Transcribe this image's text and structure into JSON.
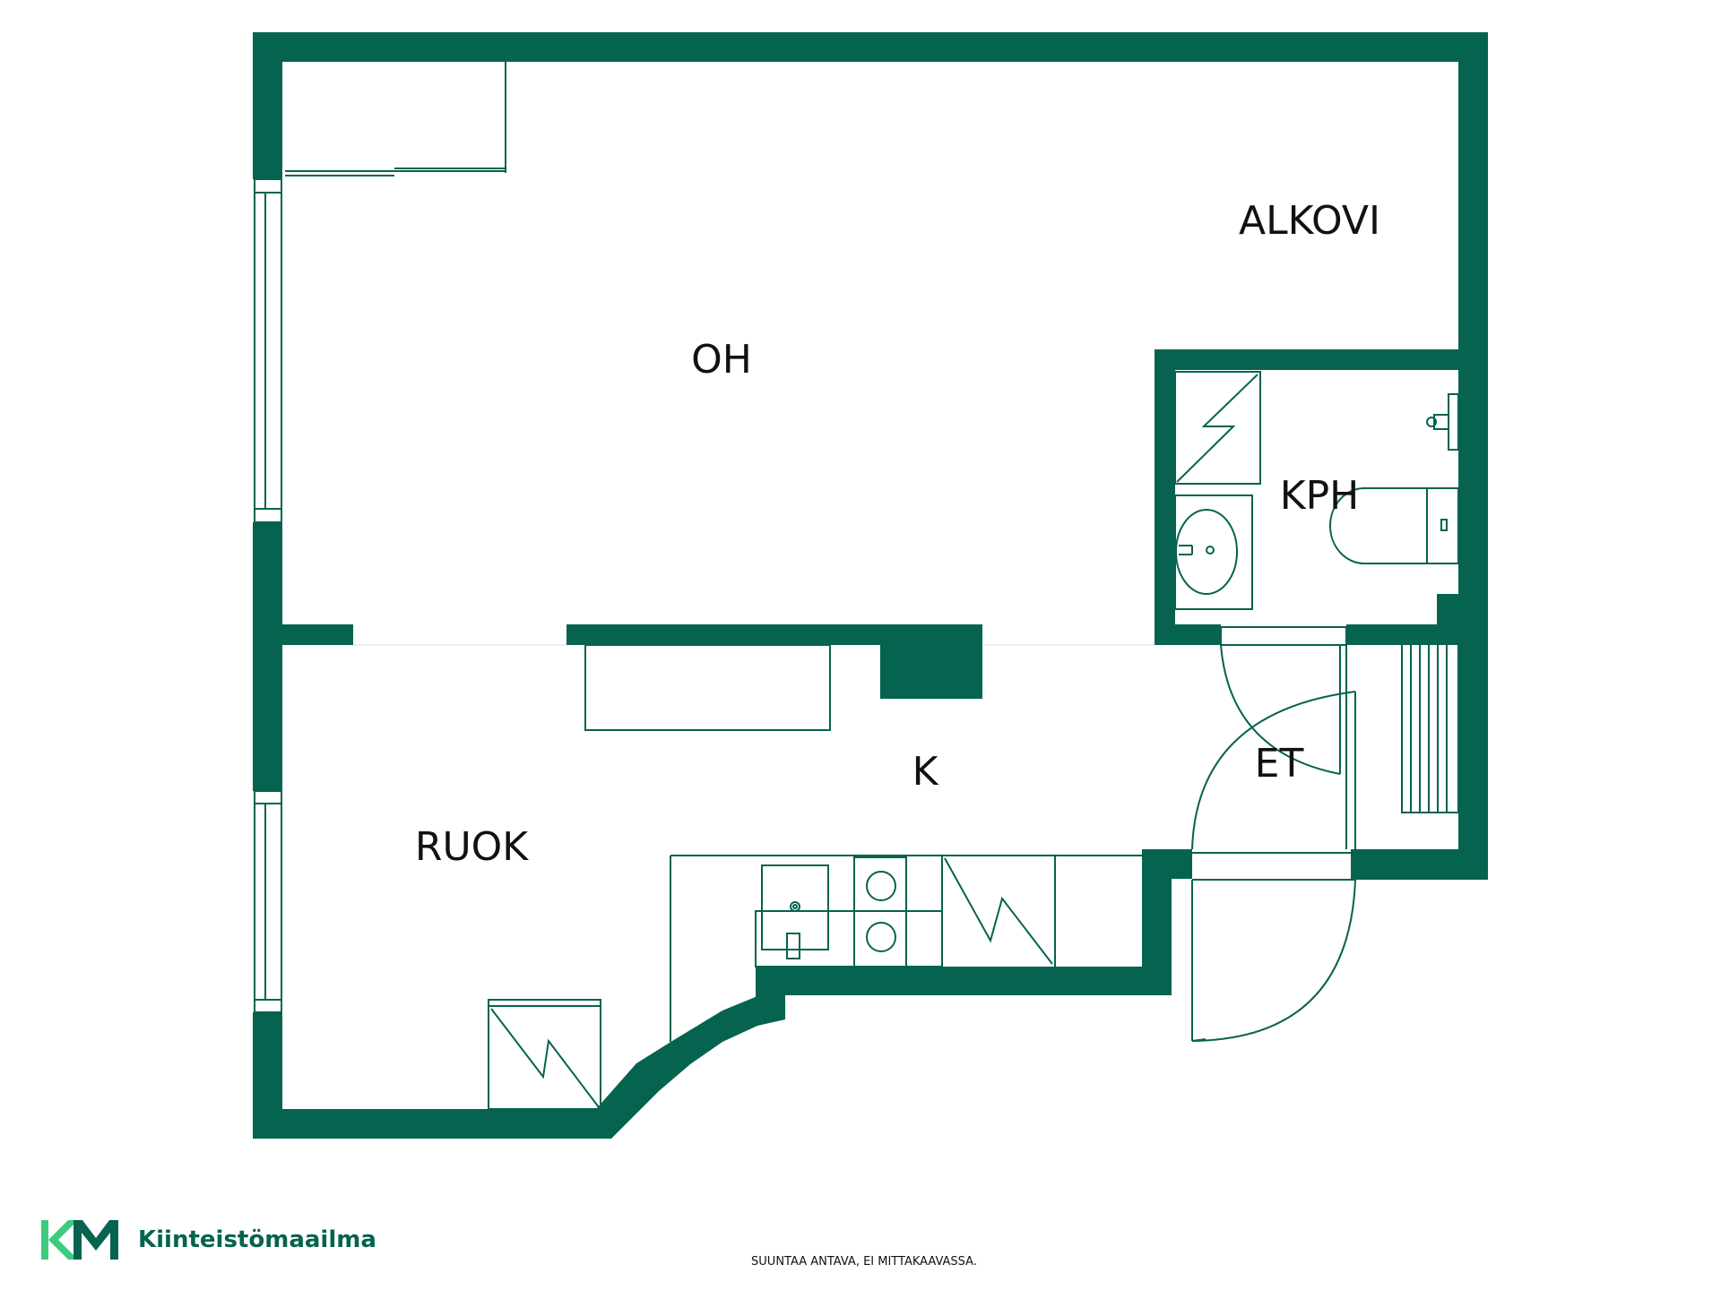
{
  "colors": {
    "wall": "#05634F",
    "fixture_line": "#05634F",
    "text": "#111111",
    "logo_light": "#3CCB7F",
    "logo_dark": "#05634F"
  },
  "rooms": {
    "oh": "OH",
    "alkovi": "ALKOVI",
    "kph": "KPH",
    "k": "K",
    "ruok": "RUOK",
    "et": "ET"
  },
  "brand": {
    "name": "Kiinteistömaailma",
    "logo_icon": "km-logo-icon"
  },
  "footer": {
    "disclaimer": "SUUNTAA ANTAVA, EI MITTAKAAVASSA."
  }
}
